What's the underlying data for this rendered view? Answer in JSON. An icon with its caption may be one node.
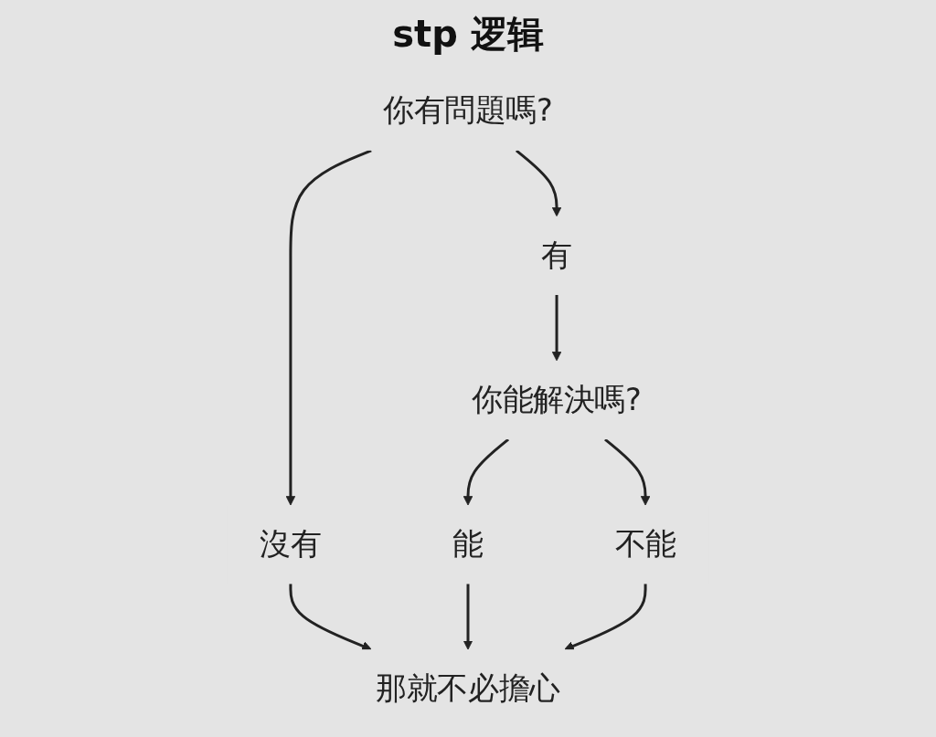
{
  "diagram": {
    "title": "stp 逻辑",
    "nodes": [
      {
        "text": [
          "你有問題嗎?"
        ]
      },
      {
        "text": [
          "有"
        ]
      },
      {
        "text": [
          "沒有"
        ]
      },
      {
        "text": [
          "你能解決嗎?"
        ]
      },
      {
        "text": [
          "能"
        ]
      },
      {
        "text": [
          "不能"
        ]
      },
      {
        "text": [
          "那就不必擔心"
        ]
      }
    ],
    "edges": [
      {
        "from": 0,
        "to": 1,
        "arrow": "to"
      },
      {
        "from": 1,
        "to": 3,
        "arrow": "to"
      },
      {
        "from": 0,
        "to": 2,
        "arrow": "to"
      },
      {
        "from": 2,
        "to": 6,
        "arrow": "to"
      },
      {
        "from": 3,
        "to": 4,
        "arrow": "to"
      },
      {
        "from": 3,
        "to": 5,
        "arrow": "to"
      },
      {
        "from": 4,
        "to": 6,
        "arrow": "to"
      },
      {
        "from": 5,
        "to": 6,
        "arrow": "to"
      }
    ]
  }
}
